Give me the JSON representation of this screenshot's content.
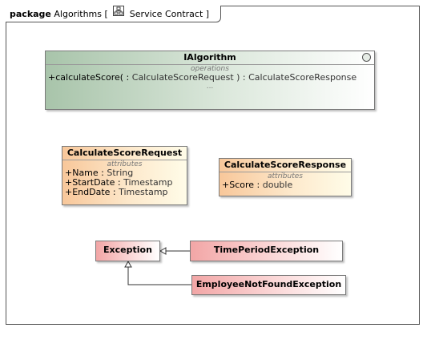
{
  "package": {
    "keyword": "package",
    "name": "Algorithms",
    "bracket_open": "[",
    "diagram_icon": "class-diagram-icon",
    "diagram_type": "Service Contract",
    "bracket_close": "]"
  },
  "interface": {
    "name": "IAlgorithm",
    "section_label": "operations",
    "operation_visibility": "+",
    "operation_name": "calculateScore(",
    "operation_param_sep": " : ",
    "operation_param_type": "CalculateScoreRequest",
    "operation_return": " ) : CalculateScoreResponse",
    "more": "..."
  },
  "request_class": {
    "name": "CalculateScoreRequest",
    "section_label": "attributes",
    "attributes": [
      {
        "name": "+Name",
        "sep": " : ",
        "type": "String"
      },
      {
        "name": "+StartDate",
        "sep": " : ",
        "type": "Timestamp"
      },
      {
        "name": "+EndDate",
        "sep": " : ",
        "type": "Timestamp"
      }
    ]
  },
  "response_class": {
    "name": "CalculateScoreResponse",
    "section_label": "attributes",
    "attributes": [
      {
        "name": "+Score",
        "sep": " : ",
        "type": "double"
      }
    ]
  },
  "exceptions": {
    "base": "Exception",
    "time_period": "TimePeriodException",
    "employee_not_found": "EmployeeNotFoundException"
  },
  "colors": {
    "interface_fill": "#a8c4aa",
    "class_fill": "#f8c79a",
    "exception_fill": "#f2a6a6",
    "border": "#7a7a7a"
  }
}
